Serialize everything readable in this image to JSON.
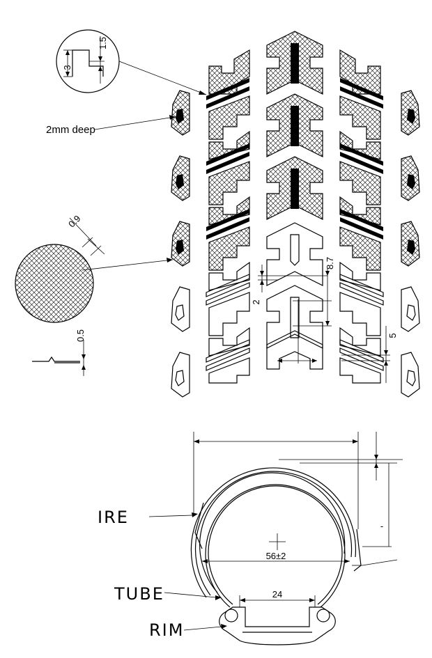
{
  "callouts": {
    "depth": "2mm deep",
    "tyre_partial": "IRE",
    "tube": "TUBE",
    "rim": "RIM"
  },
  "dimensions": {
    "step_height": "3",
    "step_offset": "1.5",
    "stud_diameter": "0.9",
    "thickness": "0.5",
    "gap": "2",
    "lug_length": "8.7",
    "spacing": "5",
    "tyre_width": "56±2",
    "rim_width": "24",
    "height_dash": "-"
  }
}
